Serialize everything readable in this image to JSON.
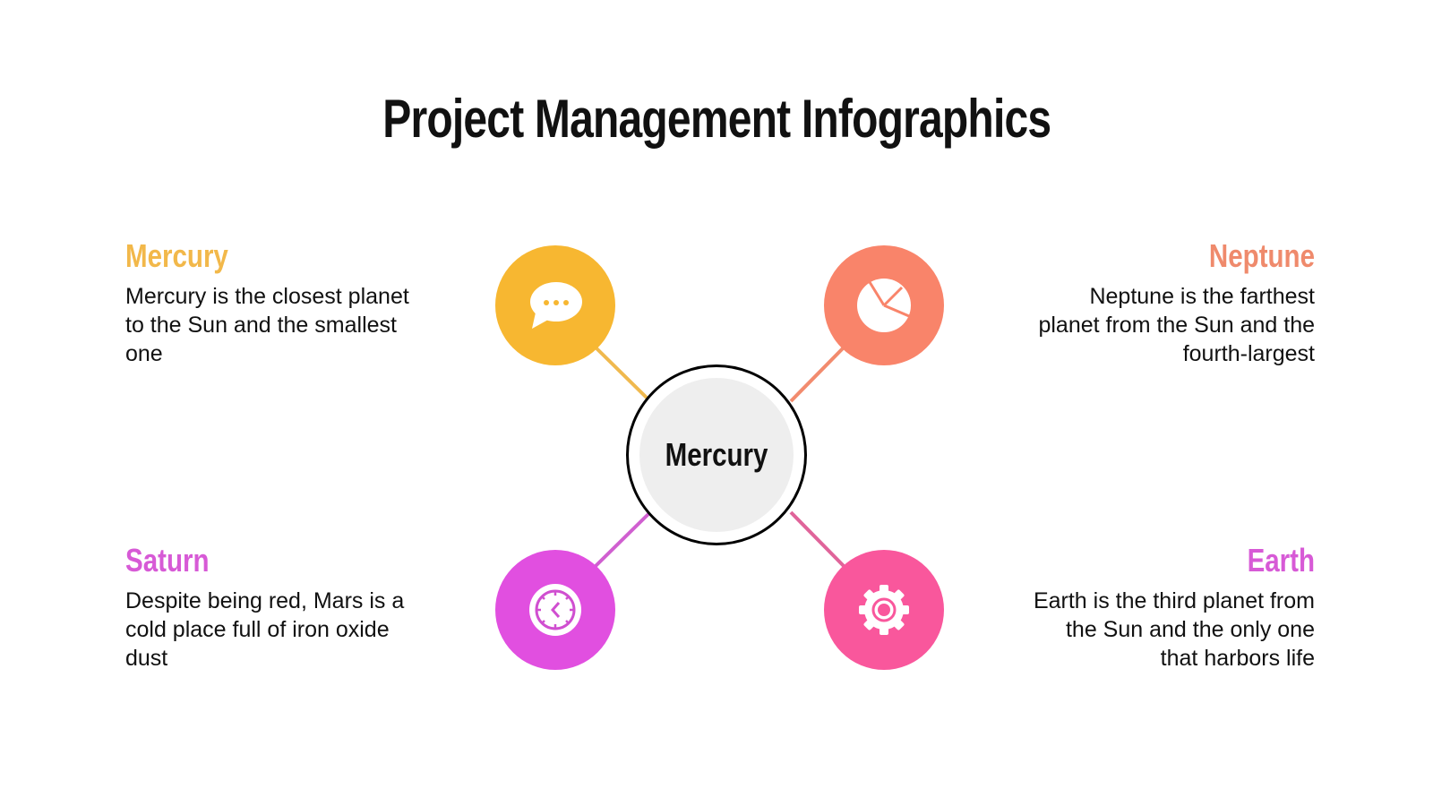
{
  "title": "Project Management Infographics",
  "center": {
    "label": "Mercury",
    "fill": "#eeeeee",
    "border": "#000000"
  },
  "items": [
    {
      "id": "top-left",
      "heading": "Mercury",
      "text": "Mercury is the closest planet to the Sun and the smallest one",
      "color": "#f7b731",
      "icon": "speech-bubble-icon"
    },
    {
      "id": "top-right",
      "heading": "Neptune",
      "text": "Neptune is the farthest planet from the Sun and the fourth-largest",
      "color": "#f9846a",
      "icon": "pie-chart-icon"
    },
    {
      "id": "bottom-left",
      "heading": "Saturn",
      "text": "Despite being red, Mars is a cold place full of iron oxide dust",
      "color": "#e14fe0",
      "icon": "clock-icon"
    },
    {
      "id": "bottom-right",
      "heading": "Earth",
      "text": "Earth is the third planet from the Sun and the only one that harbors life",
      "color": "#f9579c",
      "icon": "gear-icon"
    }
  ],
  "heading_colors": {
    "mercury": "#f2b84a",
    "neptune": "#ef8a6c",
    "saturn": "#d75ad6",
    "earth": "#d75ad6"
  }
}
